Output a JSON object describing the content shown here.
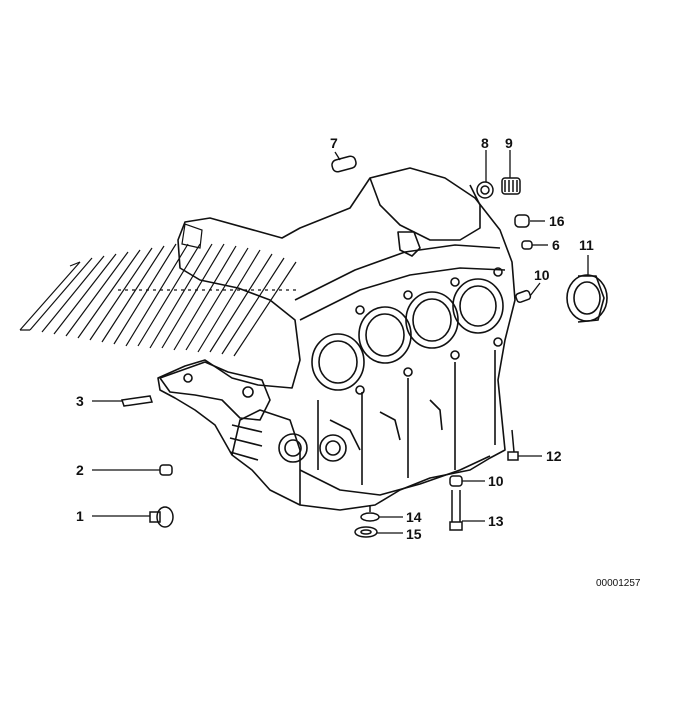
{
  "diagram": {
    "reference_code": "00001257",
    "callouts": [
      "1",
      "2",
      "3",
      "6",
      "7",
      "8",
      "9",
      "10",
      "10",
      "11",
      "12",
      "13",
      "14",
      "15",
      "16"
    ]
  }
}
